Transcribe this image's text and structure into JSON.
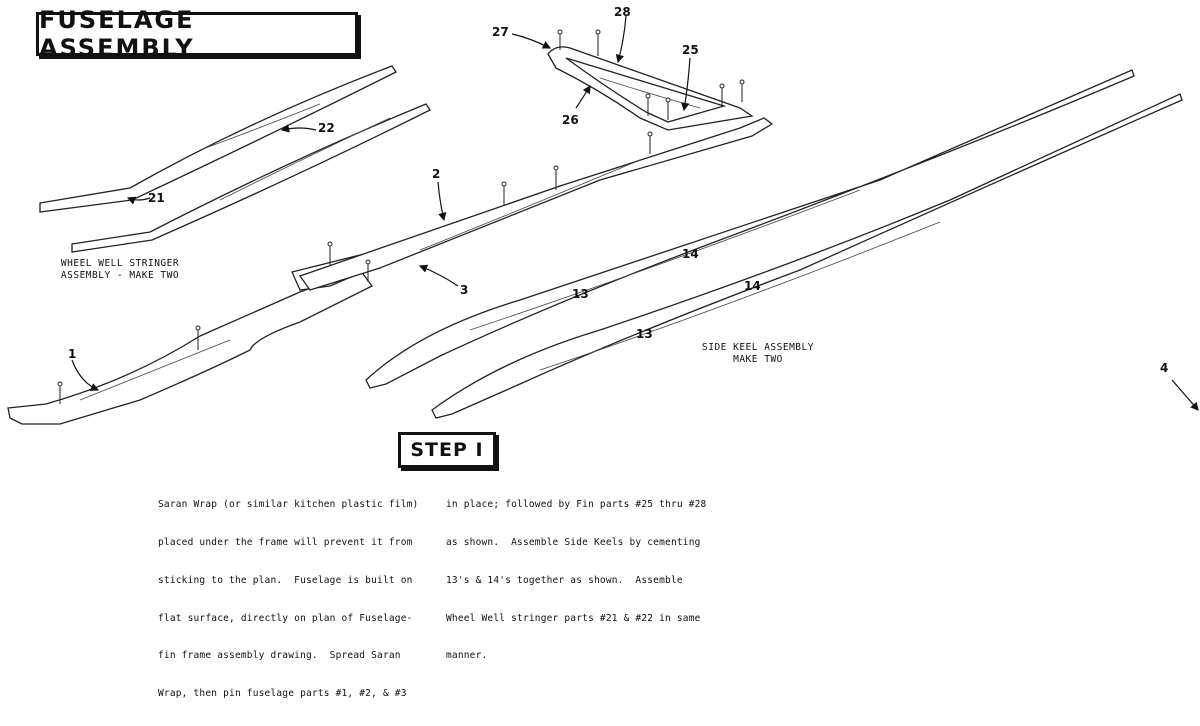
{
  "title": "FUSELAGE ASSEMBLY",
  "step_label": "STEP I",
  "captions": {
    "wheel_well_line1": "WHEEL WELL STRINGER",
    "wheel_well_line2": "ASSEMBLY - MAKE TWO",
    "side_keel_line1": "SIDE KEEL ASSEMBLY",
    "side_keel_line2": "MAKE TWO"
  },
  "part_labels": {
    "p1": "1",
    "p2": "2",
    "p3": "3",
    "p4": "4",
    "p13a": "13",
    "p13b": "13",
    "p14a": "14",
    "p14b": "14",
    "p21": "21",
    "p22": "22",
    "p25": "25",
    "p26": "26",
    "p27": "27",
    "p28": "28"
  },
  "instructions": {
    "col1": [
      "Saran Wrap (or similar kitchen plastic film)",
      "placed under the frame will prevent it from",
      "sticking to the plan.  Fuselage is built on",
      "flat surface, directly on plan of Fuselage-",
      "fin frame assembly drawing.  Spread Saran",
      "Wrap, then pin fuselage parts #1, #2, & #3"
    ],
    "col2": [
      "in place; followed by Fin parts #25 thru #28",
      "as shown.  Assemble Side Keels by cementing",
      "13's & 14's together as shown.  Assemble",
      "Wheel Well stringer parts #21 & #22 in same",
      "manner."
    ]
  }
}
